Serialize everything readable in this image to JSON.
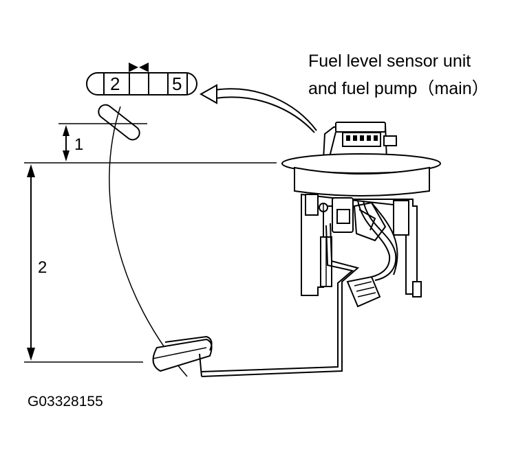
{
  "title": {
    "line1": "Fuel level sensor unit",
    "line2": "and fuel pump（main）"
  },
  "connector": {
    "pins": [
      "2",
      "",
      "",
      "5"
    ],
    "lock_icon": "bowtie-lock-icon"
  },
  "dimensions": {
    "float_upper_label": "1",
    "float_lower_label": "2"
  },
  "figure_code": "G03328155"
}
